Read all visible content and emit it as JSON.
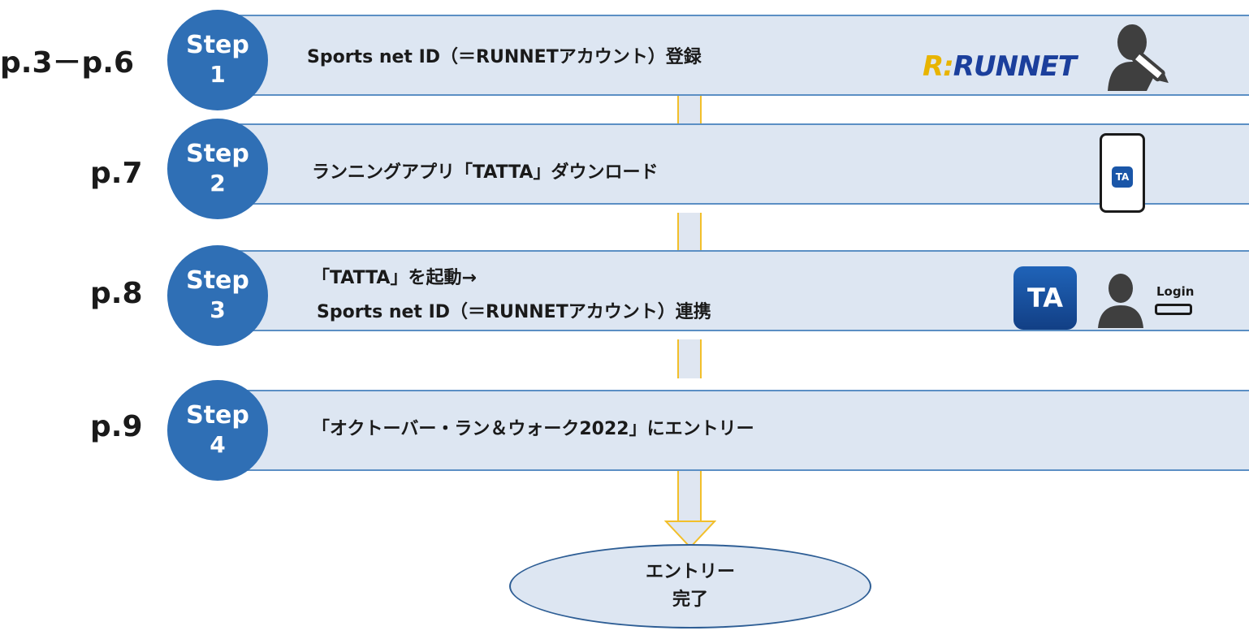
{
  "steps": [
    {
      "page_ref": "p.3－p.6",
      "badge_word": "Step",
      "badge_num": "1",
      "text_lines": [
        "Sports net ID（＝RUNNETアカウント）登録"
      ]
    },
    {
      "page_ref": "p.7",
      "badge_word": "Step",
      "badge_num": "2",
      "text_lines": [
        "ランニングアプリ「TATTA」ダウンロード"
      ]
    },
    {
      "page_ref": "p.8",
      "badge_word": "Step",
      "badge_num": "3",
      "text_lines": [
        "「TATTA」を起動→",
        "Sports net ID（＝RUNNETアカウント）連携"
      ]
    },
    {
      "page_ref": "p.9",
      "badge_word": "Step",
      "badge_num": "4",
      "text_lines": [
        "「オクトーバー・ラン＆ウォーク2022」にエントリー"
      ]
    }
  ],
  "icons": {
    "runnet_logo": {
      "mark": "R:",
      "word": "RUNNET"
    },
    "user_edit": "user-pen-icon",
    "phone_app_label": "TA",
    "tatta_app_label": "TA",
    "login_label": "Login"
  },
  "end_node": {
    "lines": [
      "エントリー",
      "完了"
    ]
  },
  "colors": {
    "badge": "#2f6fb5",
    "band_fill": "#dde6f2",
    "band_border": "#5b8fc4",
    "connector_border": "#f2bf2a",
    "logo_blue": "#1b3f9c",
    "logo_yellow": "#e8b400"
  }
}
